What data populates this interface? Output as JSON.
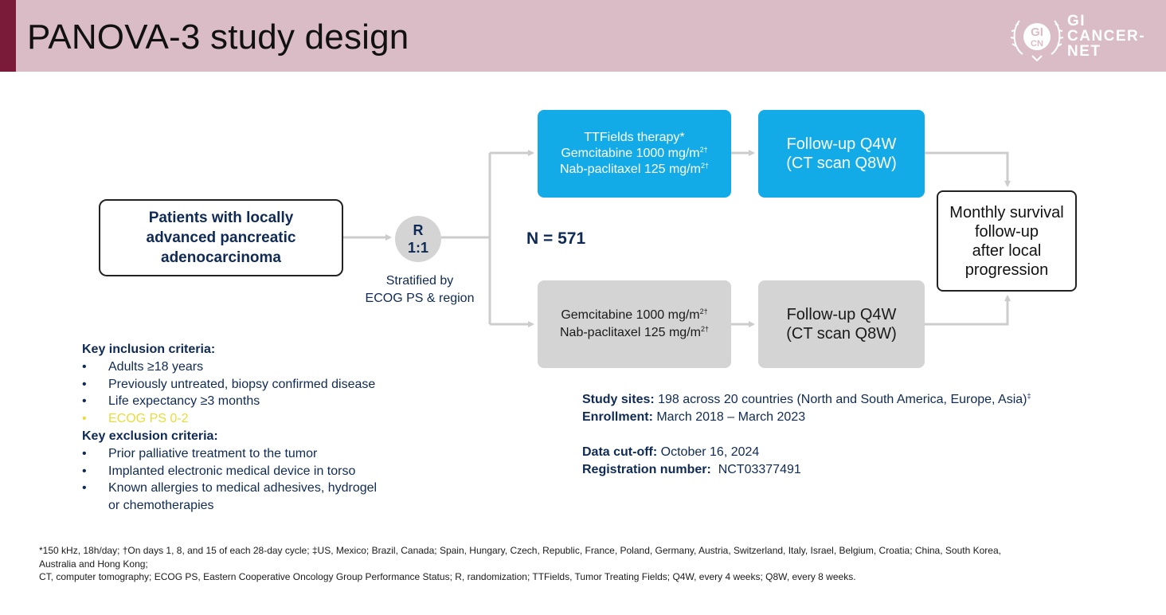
{
  "header": {
    "title": "PANOVA-3 study design",
    "logo": {
      "emblem_top": "GI",
      "emblem_bottom": "CN",
      "text_lines": [
        "GI",
        "CANCER-",
        "NET"
      ]
    }
  },
  "diagram": {
    "patients_lines": [
      "Patients with locally",
      "advanced pancreatic",
      "adenocarcinoma"
    ],
    "randomization": {
      "line1": "R",
      "line2": "1:1"
    },
    "stratified_lines": [
      "Stratified by",
      "ECOG PS & region"
    ],
    "n_label": "N = 571",
    "arm1": {
      "treatment": {
        "line1": "TTFields therapy*",
        "line2": "Gemcitabine 1000 mg/m",
        "line2_sup": "2†",
        "line3": "Nab-paclitaxel 125 mg/m",
        "line3_sup": "2†"
      },
      "followup_lines": [
        "Follow-up Q4W",
        "(CT scan Q8W)"
      ]
    },
    "arm2": {
      "treatment": {
        "line1": "Gemcitabine 1000 mg/m",
        "line1_sup": "2†",
        "line2": "Nab-paclitaxel 125 mg/m",
        "line2_sup": "2†"
      },
      "followup_lines": [
        "Follow-up Q4W",
        "(CT scan Q8W)"
      ]
    },
    "survival_lines": [
      "Monthly survival",
      "follow-up",
      "after local",
      "progression"
    ],
    "colors": {
      "arm1": "#12abe8",
      "arm2": "#d4d4d4",
      "connector": "#cccccc",
      "text_navy": "#0f2a55"
    }
  },
  "criteria": {
    "inclusion_title": "Key inclusion criteria:",
    "inclusion": [
      "Adults ≥18 years",
      "Previously untreated, biopsy confirmed disease",
      "Life expectancy ≥3 months",
      "ECOG PS 0-2"
    ],
    "exclusion_title": "Key exclusion criteria:",
    "exclusion": [
      "Prior palliative treatment to the tumor",
      "Implanted electronic medical device in torso",
      "Known allergies to medical adhesives, hydrogel",
      "or chemotherapies"
    ],
    "bullet": "•"
  },
  "study_info": {
    "sites_label": "Study sites:",
    "sites_value": " 198 across 20 countries (North and South America, Europe, Asia)",
    "sites_sup": "‡",
    "enrollment_label": "Enrollment:",
    "enrollment_value": " March 2018 – March 2023",
    "cutoff_label": "Data cut-off:",
    "cutoff_value": " October 16, 2024",
    "registration_label": "Registration number:",
    "registration_value": "  NCT03377491"
  },
  "footnotes": {
    "line1": "*150 kHz, 18h/day; †On days 1, 8, and 15 of each 28-day cycle; ‡US, Mexico; Brazil, Canada; Spain, Hungary, Czech, Republic, France, Poland, Germany, Austria, Switzerland, Italy, Israel, Belgium, Croatia; China, South Korea,",
    "line2": "Australia and Hong Kong;",
    "line3": "CT, computer tomography; ECOG PS, Eastern Cooperative Oncology Group Performance Status; R, randomization; TTFields, Tumor Treating Fields; Q4W, every 4 weeks; Q8W, every 8 weeks."
  }
}
